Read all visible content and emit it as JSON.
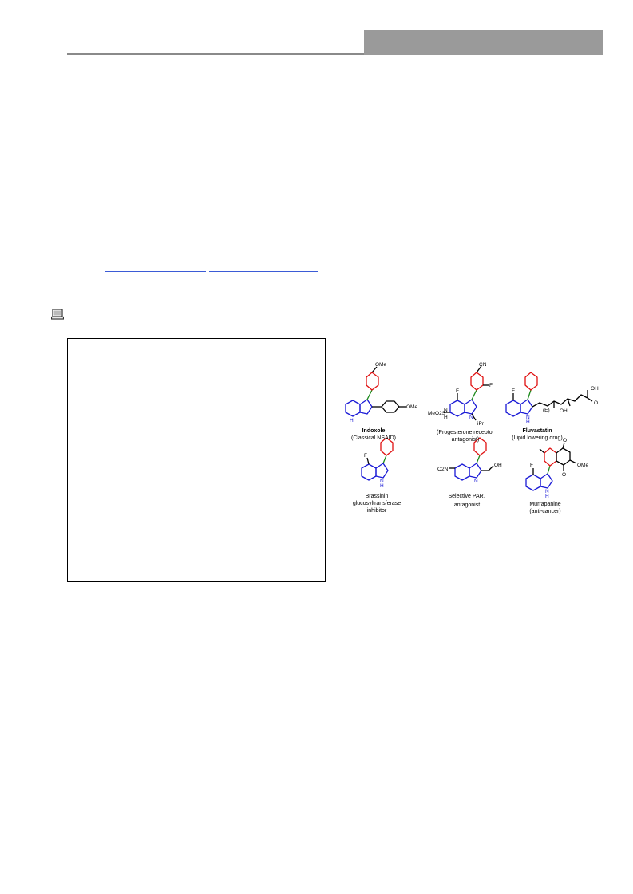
{
  "figure": {
    "compounds": [
      {
        "name": "Indoxole",
        "desc": "(Classical NSAID)",
        "subs": [
          "OMe",
          "OMe",
          "H"
        ]
      },
      {
        "name": "",
        "desc_line1": "(Progesterone receptor",
        "desc_line2": "antagonist)",
        "subs": [
          "CN",
          "F",
          "F",
          "MeO2S",
          "N",
          "H",
          "N",
          "iPr"
        ]
      },
      {
        "name": "Fluvastatin",
        "desc": "(Lipid lowering drug)",
        "subs": [
          "F",
          "(E)",
          "OH",
          "OH",
          "O",
          "N",
          "H"
        ]
      },
      {
        "name_line1": "Brassinin",
        "name_line2": "glucosyltransferase",
        "name_line3": "inhibitor",
        "subs": [
          "F",
          "N",
          "H"
        ]
      },
      {
        "name_line1": "Selective PAR",
        "name_sub": "4",
        "name_line2": "antagonist",
        "subs": [
          "O2N",
          "N",
          "OH"
        ]
      },
      {
        "name_line1": "Murrapanine",
        "name_line2": "(anti-cancer)",
        "subs": [
          "F",
          "O",
          "O",
          "OMe",
          "N",
          "H"
        ]
      }
    ]
  },
  "colors": {
    "indole": "#1a1ad6",
    "aryl": "#e01010",
    "bond": "#1a8a1a",
    "header_bar": "#9a9a9a",
    "link": "#3b5bd6"
  }
}
